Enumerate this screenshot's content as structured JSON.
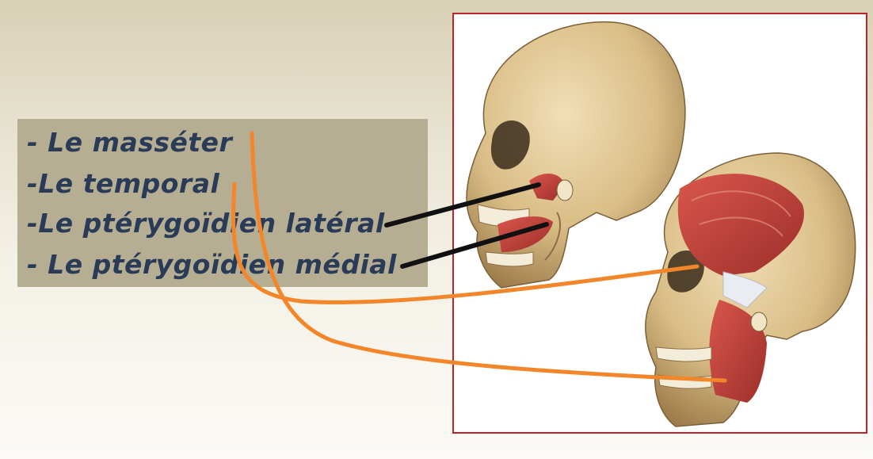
{
  "labels": [
    "- Le masséter",
    "-Le temporal",
    "-Le ptérygoïdien latéral",
    "- Le ptérygoïdien médial"
  ],
  "colors": {
    "label_box": "#b5ae93",
    "label_text": "#2a3b58",
    "frame_border": "#b7272a",
    "orange_line": "#f4862a",
    "black_line": "#111111",
    "bone": "#e3cc9c",
    "muscle": "#c8463f"
  },
  "icons": [
    "skull-lateral-upper-icon",
    "skull-lateral-lower-icon"
  ]
}
